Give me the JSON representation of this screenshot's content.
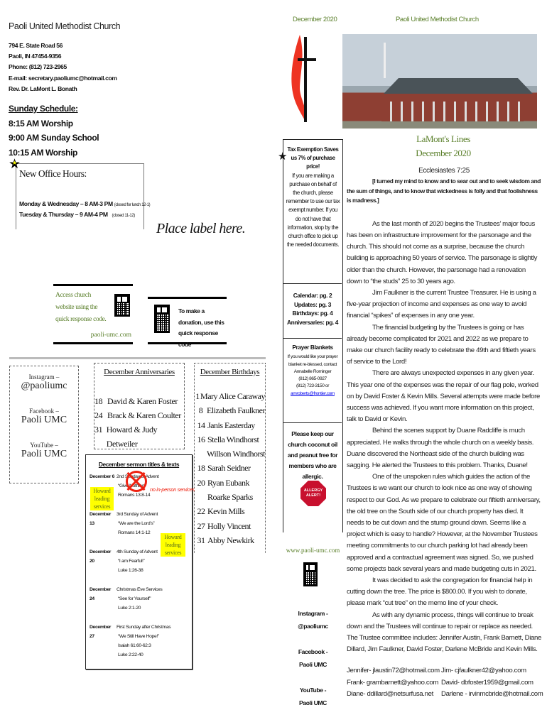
{
  "header": {
    "church_name": "Paoli United Methodist Church",
    "address": [
      "794 E. State Road 56",
      "Paoli, IN  47454-9356",
      "Phone: (812) 723-2965",
      "E-mail:  secretary.paoliumc@hotmail.com",
      "Rev. Dr. LaMont L. Bonath"
    ],
    "schedule_title": "Sunday Schedule:",
    "schedule": [
      "8:15 AM Worship",
      "9:00 AM Sunday School",
      "10:15 AM Worship"
    ]
  },
  "office": {
    "title": "New Office Hours:",
    "lines": [
      {
        "main": "Monday & Wednesday – 8 AM-3 PM",
        "note": "(closed for lunch 12-1)"
      },
      {
        "main": "Tuesday & Thursday – 9 AM-4 PM",
        "note": "(closed 11-12)"
      }
    ]
  },
  "label_placeholder": "Place label here.",
  "website_box": {
    "text": "Access church website using the quick response code.",
    "url": "paoli-umc.com"
  },
  "donation_box": {
    "text": "To make a donation, use this quick response code"
  },
  "social": [
    {
      "label": "Instagram –",
      "value": "@paoliumc"
    },
    {
      "label": "Facebook –",
      "value": "Paoli UMC"
    },
    {
      "label": "YouTube –",
      "value": "Paoli UMC"
    }
  ],
  "anniversaries": {
    "title": "December Anniversaries",
    "items": [
      {
        "day": "18",
        "names": "David & Karen Foster"
      },
      {
        "day": "24",
        "names": "Brack & Karen Coulter"
      },
      {
        "day": "31",
        "names": "Howard & Judy Detweiler"
      }
    ]
  },
  "birthdays": {
    "title": "December Birthdays",
    "items": [
      {
        "day": "1",
        "name": "Mary Alice Caraway"
      },
      {
        "day": "8",
        "name": "Elizabeth Faulkner"
      },
      {
        "day": "14",
        "name": "Janis Easterday"
      },
      {
        "day": "16",
        "name": "Stella Windhorst"
      },
      {
        "day": "",
        "name": "Willson Windhorst"
      },
      {
        "day": "18",
        "name": "Sarah Seidner"
      },
      {
        "day": "20",
        "name": "Ryan Eubank"
      },
      {
        "day": "",
        "name": "Roarke Sparks"
      },
      {
        "day": "22",
        "name": "Kevin Mills"
      },
      {
        "day": "27",
        "name": "Holly Vincent"
      },
      {
        "day": "31",
        "name": "Abby Newkirk"
      }
    ]
  },
  "sermons": {
    "title": "December sermon titles & texts",
    "no_service": "no in-person services",
    "leader_note": "Howard leading services",
    "items": [
      {
        "date": "December 6",
        "lines": [
          "2nd Sunday of Advent",
          "“Give Nothing”",
          "Romans 13:8-14"
        ]
      },
      {
        "date": "December 13",
        "lines": [
          "3rd Sunday of Advent",
          "“We are the Lord’s”",
          "Romans 14:1-12"
        ]
      },
      {
        "date": "December 20",
        "lines": [
          "4th Sunday of Advent",
          "“I am Fearful!”",
          "Luke 1:26-38"
        ]
      },
      {
        "date": "December 24",
        "lines": [
          "Christmas Eve Services",
          "“See for Yourself”",
          "Luke 2:1-20"
        ]
      },
      {
        "date": "December 27",
        "lines": [
          "First Sunday after Christmas",
          "“We Still Have Hope!”",
          "Isaiah 61:60-62:3",
          "Luke 2:22-40"
        ]
      }
    ]
  },
  "right_header": {
    "date": "December 2020",
    "church_name": "Paoli United Methodist Church"
  },
  "sidebar": {
    "tax": {
      "title": "Tax Exemption Saves us 7% of purchase price!",
      "body": "If you are making a purchase on behalf of the church, please remember to use our tax exempt number. If you do not have that information, stop by the church office to pick up the needed documents."
    },
    "index": [
      "Calendar: pg. 2",
      "Updates: pg. 3",
      "Birthdays: pg. 4",
      "Anniversaries: pg. 4"
    ],
    "prayer": {
      "title": "Prayer Blankets",
      "body": "If you would like your prayer blanket re-blessed, contact",
      "contact": "Annabelle Rominger",
      "phones": [
        "(812) 865-0927",
        "(812) 723-3150 or"
      ],
      "email": "amroberts@frontier.com"
    },
    "allergy": {
      "text": "Please keep our church coconut oil and peanut free for members who are allergic.",
      "sign": "ALLERGY ALERT!"
    },
    "website": "www.paoli-umc.com",
    "social": [
      {
        "label": "Instagram -",
        "value": "@paoliumc"
      },
      {
        "label": "Facebook -",
        "value": "Paoli UMC"
      },
      {
        "label": "YouTube -",
        "value": "Paoli UMC"
      }
    ]
  },
  "article": {
    "title": "LaMont's Lines",
    "date": "December 2020",
    "verse_ref": "Ecclesiastes 7:25",
    "verse": "[I turned my mind to know and to sear out and to seek wisdom and the sum of things, and to know that wickedness is folly and that foolishness is madness.]",
    "paragraphs": [
      "As the last month of 2020 begins the Trustees’ major focus has been on infrastructure improvement for the parsonage and the church. This should not come as a surprise, because the church building is approaching 50 years of service. The parsonage is slightly older than the church. However, the parsonage had a renovation down to “the studs” 25 to 30 years ago.",
      "Jim Faulkner is the current Trustee Treasurer. He is using a five-year projection of income and expenses as one way to avoid financial “spikes” of expenses in any one year.",
      "The financial budgeting by the Trustees is going or has already become complicated for 2021 and 2022 as we prepare to make our church facility ready to celebrate the 49th and fiftieth years of service to the Lord!",
      "There are always unexpected expenses in any given year. This year one of the expenses was the repair of our flag pole, worked on by David Foster & Kevin Mills. Several attempts were made before success was achieved. If you want more information on this project, talk to David or Kevin.",
      "Behind the scenes support by Duane Radcliffe is much appreciated. He walks through the whole church on a weekly basis. Duane discovered the Northeast side of the church building was sagging. He alerted the Trustees to this problem. Thanks, Duane!",
      "One of the unspoken rules which guides the action of the Trustees is we want our church to look nice as one way of showing respect to our God. As we prepare to celebrate our fiftieth anniversary, the old tree on the South side of our church property has died. It needs to be cut down and the stump ground down. Seems like a project which is easy to handle? However, at the November Trustees meeting commitments to our church parking lot had already been approved and a contractual agreement was signed. So, we pushed some projects back several years and made budgeting cuts in 2021.",
      "It was decided to ask the congregation for financial help in cutting down the tree. The price is $800.00. If you wish to donate, please mark “cut tree” on the memo line of your check.",
      "As with any dynamic process, things will continue to break down and the Trustees will continue to repair or replace as needed. The Trustee committee includes: Jennifer Austin, Frank Barnett, Diane Dillard, Jim Faulkner, David Foster, Darlene McBride and Kevin Mills."
    ],
    "contacts": [
      [
        "Jennifer- jlaustin72@hotmail.com",
        "Jim- cjfaulkner42@yahoo.com"
      ],
      [
        "Frank- grambarnett@yahoo.com",
        "David- dbfoster1959@gmail.com"
      ],
      [
        "Diane- ddillard@netsurfusa.net",
        "Darlene - irvinmcbride@hotmail.com"
      ]
    ]
  },
  "colors": {
    "accent_green": "#5a7f2a",
    "highlight": "#ffff00",
    "alert_red": "#c8102e",
    "link_blue": "#0000ee"
  }
}
